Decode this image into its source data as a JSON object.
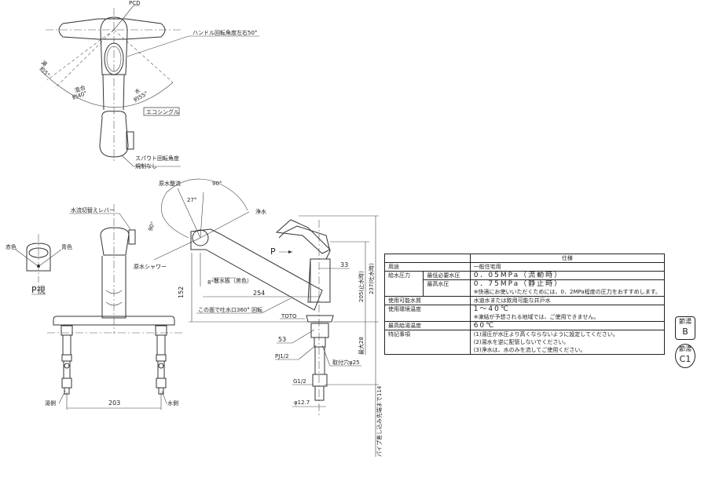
{
  "top_view": {
    "pcd_label": "PCD",
    "handle_rotation_label": "ハンドル回転角度左右50°",
    "hot_label": "湯",
    "hot_angle": "約5°",
    "mix_label": "混合",
    "mix_angle": "約40°",
    "cold_label": "水",
    "cold_angle": "約55°",
    "eco_single_label": "エコシングル",
    "spout_rotation_label_1": "スパウト回転角度",
    "spout_rotation_label_2": "規制なし"
  },
  "p_view": {
    "red_label": "赤色",
    "blue_label": "青色",
    "title": "P視"
  },
  "front_view": {
    "lever_label": "水流切替えレバー",
    "hot_side_label": "湯側",
    "cold_side_label": "水側",
    "spacing_dim": "203"
  },
  "side_view": {
    "raw_straight_label": "原水整流",
    "purified_label": "浄水",
    "raw_shower_label": "原水シャワー",
    "angle_27": "27°",
    "angle_90_top": "90°",
    "angle_90_left": "90°",
    "angle_8": "8°",
    "sprinkle_plate_label": "散水板（黒色）",
    "dim_152": "152",
    "dim_254": "254",
    "rotation_label": "この面で吐水口360° 回転",
    "brand": "TOTO",
    "p_arrow_label": "P",
    "dim_33": "33",
    "dim_205": "205(止水時)",
    "dim_237": "237(吐水時)",
    "dim_53": "53",
    "pj_label": "PJ1/2",
    "mount_hole_label": "取付穴φ25",
    "max_28": "最大28",
    "g_label": "G1/2",
    "phi_label": "φ12.7",
    "pipe_note": "パイプ差し込み先端まで114"
  },
  "spec_table": {
    "title": "仕様",
    "rows": [
      {
        "label": "用途",
        "value": "一般住宅用"
      },
      {
        "label": "給水圧力",
        "sublabel": "最低必要水圧",
        "value": "0．05MPa（流動時）"
      },
      {
        "sublabel": "最高水圧",
        "value": "0．75MPa（静止時）"
      },
      {
        "value": "※快適にお使いいただくためには、0．2MPa程度の圧力をおすすめします。"
      },
      {
        "label": "使用可能水質",
        "value": "水道水または飲用可能な井戸水"
      },
      {
        "label": "使用環境温度",
        "value": "1～40℃"
      },
      {
        "value": "※凍結が予想される地域では、ご使用できません。"
      },
      {
        "label": "最高給湯温度",
        "value": "60℃"
      },
      {
        "label": "特記事項",
        "value": "(1)湯圧が水圧より高くならないように設定してください。"
      },
      {
        "value": "(2)湯水を逆に配管しないでください。"
      },
      {
        "value": "(3)浄水は、水のみを流してご使用ください。"
      }
    ]
  },
  "badges": [
    {
      "top": "節湯",
      "bottom": "B"
    },
    {
      "top": "節湯",
      "bottom": "C1"
    }
  ]
}
